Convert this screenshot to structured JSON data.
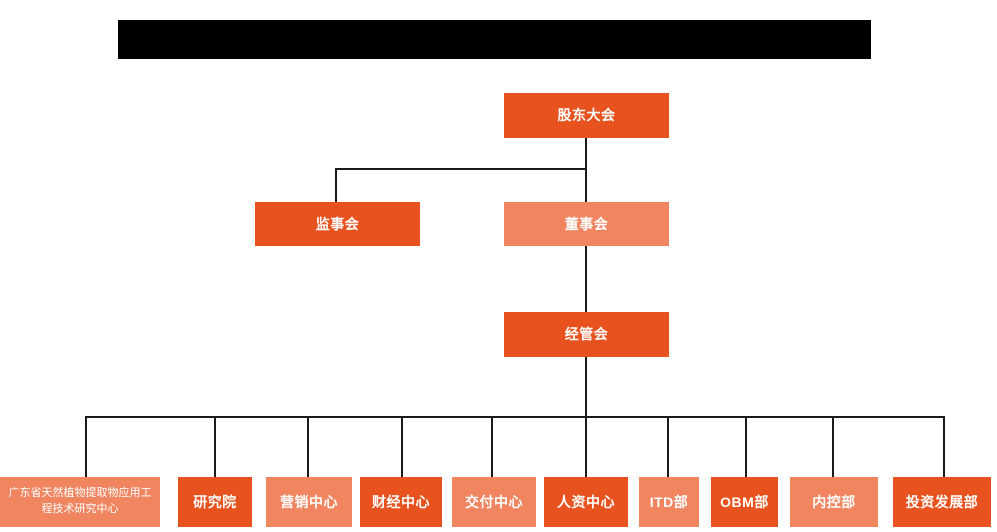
{
  "diagram": {
    "type": "org-chart",
    "title_bar": {
      "label": "",
      "redacted": true,
      "color": "#000000"
    },
    "colors": {
      "dark_orange": "#E8521E",
      "light_orange": "#F08560",
      "connector": "#1a1a1a",
      "background": "#ffffff",
      "text": "#ffffff"
    },
    "levels": [
      {
        "level": 1,
        "nodes": [
          {
            "id": "shareholders",
            "label": "股东大会",
            "shade": "dark"
          }
        ]
      },
      {
        "level": 2,
        "nodes": [
          {
            "id": "supervisors",
            "label": "监事会",
            "shade": "dark"
          },
          {
            "id": "directors",
            "label": "董事会",
            "shade": "light"
          }
        ]
      },
      {
        "level": 3,
        "nodes": [
          {
            "id": "management",
            "label": "经管会",
            "shade": "dark"
          }
        ]
      },
      {
        "level": 4,
        "nodes": [
          {
            "id": "research-center",
            "label": "广东省天然植物提取物应用工程技术研究中心",
            "shade": "light",
            "small": true
          },
          {
            "id": "institute",
            "label": "研究院",
            "shade": "dark"
          },
          {
            "id": "marketing",
            "label": "营销中心",
            "shade": "light"
          },
          {
            "id": "finance",
            "label": "财经中心",
            "shade": "dark"
          },
          {
            "id": "delivery",
            "label": "交付中心",
            "shade": "light"
          },
          {
            "id": "hr",
            "label": "人资中心",
            "shade": "dark"
          },
          {
            "id": "itd",
            "label": "ITD部",
            "shade": "light"
          },
          {
            "id": "obm",
            "label": "OBM部",
            "shade": "dark"
          },
          {
            "id": "internal-control",
            "label": "内控部",
            "shade": "light"
          },
          {
            "id": "investment",
            "label": "投资发展部",
            "shade": "dark"
          }
        ]
      }
    ],
    "edges": [
      {
        "from": "shareholders",
        "to": "supervisors"
      },
      {
        "from": "shareholders",
        "to": "directors"
      },
      {
        "from": "directors",
        "to": "management"
      },
      {
        "from": "management",
        "to": "research-center"
      },
      {
        "from": "management",
        "to": "institute"
      },
      {
        "from": "management",
        "to": "marketing"
      },
      {
        "from": "management",
        "to": "finance"
      },
      {
        "from": "management",
        "to": "delivery"
      },
      {
        "from": "management",
        "to": "hr"
      },
      {
        "from": "management",
        "to": "itd"
      },
      {
        "from": "management",
        "to": "obm"
      },
      {
        "from": "management",
        "to": "internal-control"
      },
      {
        "from": "management",
        "to": "investment"
      }
    ]
  }
}
